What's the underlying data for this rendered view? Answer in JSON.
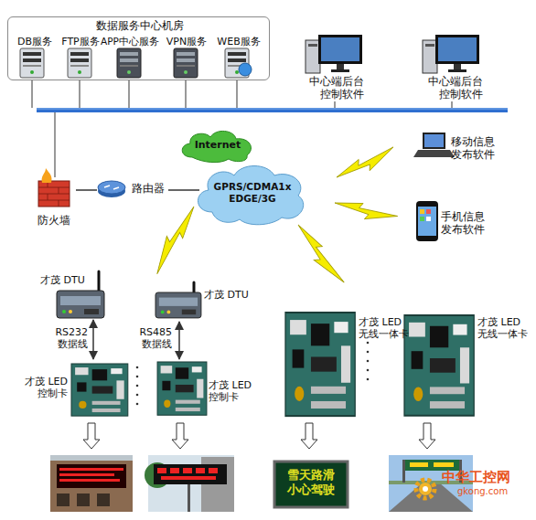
{
  "diagram": {
    "nodes": [
      {
        "text": [
          "数据服务中心机房"
        ]
      },
      {
        "text": [
          "DB服务"
        ],
        "in": 0
      },
      {
        "text": [
          "FTP服务"
        ],
        "in": 0
      },
      {
        "text": [
          "APP中心服务"
        ],
        "in": 0
      },
      {
        "text": [
          "VPN服务"
        ],
        "in": 0
      },
      {
        "text": [
          "WEB服务"
        ],
        "in": 0
      },
      {
        "text": [
          "中心端后台 控制软件"
        ]
      },
      {
        "text": [
          "中心端后台 控制软件"
        ]
      },
      {
        "text": [
          "防火墙"
        ]
      },
      {
        "text": [
          "路由器"
        ]
      },
      {
        "text": [
          "Internet"
        ]
      },
      {
        "text": [
          "GPRS/CDMA1x EDGE/3G"
        ]
      },
      {
        "text": [
          "移动信息 发布软件"
        ]
      },
      {
        "text": [
          "手机信息 发布软件"
        ]
      },
      {
        "text": [
          "才茂 DTU"
        ]
      },
      {
        "text": [
          "才茂 DTU"
        ]
      },
      {
        "text": [
          "才茂 LED 控制卡"
        ]
      },
      {
        "text": [
          "才茂 LED 控制卡"
        ]
      },
      {
        "text": [
          "才茂 LED 无线一体卡"
        ]
      },
      {
        "text": [
          "才茂 LED 无线一体卡"
        ]
      }
    ],
    "edges": [
      {
        "from": 8,
        "to": 9,
        "arrow": "none"
      },
      {
        "from": 9,
        "to": 11,
        "arrow": "none"
      },
      {
        "from": 14,
        "to": 16,
        "label": "RS232 数据线",
        "arrow": "both"
      },
      {
        "from": 15,
        "to": 17,
        "label": "RS485 数据线",
        "arrow": "both"
      }
    ],
    "labels": [
      "雪天路滑 小心驾驶",
      "中华工控网",
      "gkong.com"
    ]
  }
}
